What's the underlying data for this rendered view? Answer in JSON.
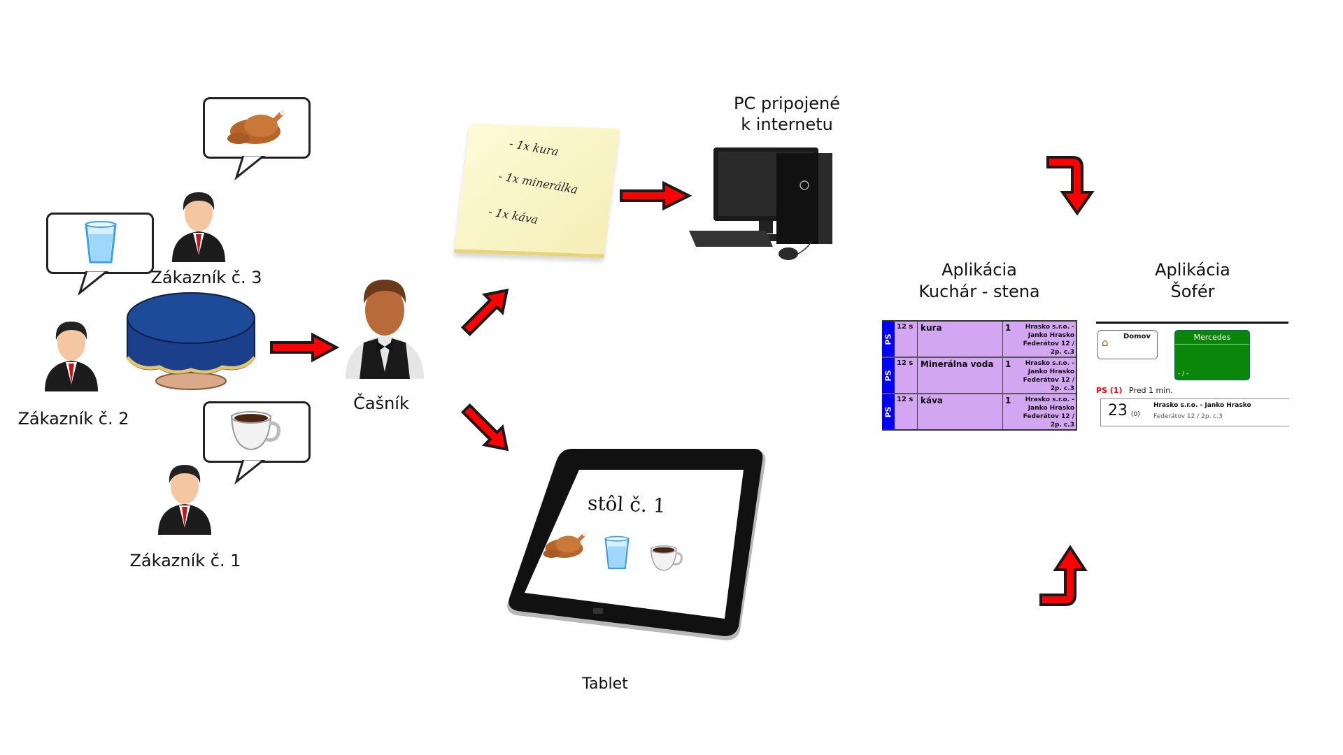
{
  "customers": [
    {
      "label": "Zákazník č. 3",
      "order_icon": "roast-chicken-icon"
    },
    {
      "label": "Zákazník č. 2",
      "order_icon": "water-glass-icon"
    },
    {
      "label": "Zákazník č. 1",
      "order_icon": "coffee-cup-icon"
    }
  ],
  "table_icon": "round-table-icon",
  "waiter": {
    "label": "Čašník"
  },
  "note": {
    "items": [
      "- 1x kura",
      "- 1x minerálka",
      "- 1x káva"
    ]
  },
  "pc": {
    "label_line1": "PC pripojené",
    "label_line2": "k internetu"
  },
  "tablet": {
    "label": "Tablet",
    "screen_title": "stôl č. 1",
    "screen_icons": [
      "roast-chicken-icon",
      "water-glass-icon",
      "coffee-cup-icon"
    ]
  },
  "kitchen_app": {
    "title_line1": "Aplikácia",
    "title_line2": "Kuchár - stena",
    "rows": [
      {
        "badge": "PS",
        "time": "12 s",
        "item": "kura",
        "qty": "1",
        "addr": [
          "Hrasko s.r.o. -",
          "Janko Hrasko",
          "Federátov 12 /",
          "2p. c.3"
        ]
      },
      {
        "badge": "PS",
        "time": "12 s",
        "item": "Minerálna voda",
        "qty": "1",
        "addr": [
          "Hrasko s.r.o. -",
          "Janko Hrasko",
          "Federátov 12 /",
          "2p. c.3"
        ]
      },
      {
        "badge": "PS",
        "time": "12 s",
        "item": "káva",
        "qty": "1",
        "addr": [
          "Hrasko s.r.o. -",
          "Janko Hrasko",
          "Federátov 12 /",
          "2p. c.3"
        ]
      }
    ],
    "colors": {
      "row_bg": "#d3a6f2",
      "badge_bg": "#0000ff"
    }
  },
  "driver_app": {
    "title_line1": "Aplikácia",
    "title_line2": "Šofér",
    "home_label": "Domov",
    "car_label": "Mercedes",
    "car_sub": "- / -",
    "status_code": "PS (1)",
    "status_time": "Pred 1 min.",
    "order_number": "23",
    "order_count": "(0)",
    "order_customer": "Hrasko s.r.o. - Janko Hrasko",
    "order_address": "Federátov 12 / 2p. c.3",
    "colors": {
      "car_bg": "#0a870a",
      "status": "#ff0000"
    }
  },
  "arrow_color": "#ff0000"
}
